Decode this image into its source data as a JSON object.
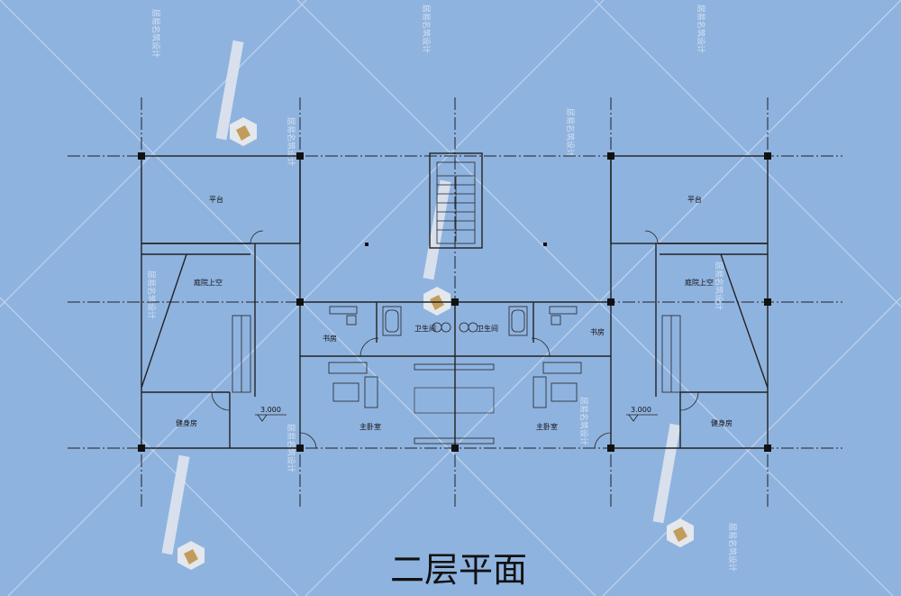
{
  "title": "二层平面",
  "rooms": {
    "terrace_left": "平台",
    "terrace_right": "平台",
    "courtyard_void_left": "庭院上空",
    "courtyard_void_right": "庭院上空",
    "study_left": "书房",
    "study_right": "书房",
    "bathroom_left": "卫生间",
    "bathroom_right": "卫生间",
    "master_bedroom_left": "主卧室",
    "master_bedroom_right": "主卧室",
    "gym_left": "健身房",
    "gym_right": "健身房"
  },
  "elevations": {
    "left": "3.000",
    "right": "3.000"
  },
  "watermark": {
    "text": "居易名筑设计"
  },
  "colors": {
    "background": "#8fb3df",
    "lines": "#222222",
    "watermark": "#e7eef8"
  }
}
